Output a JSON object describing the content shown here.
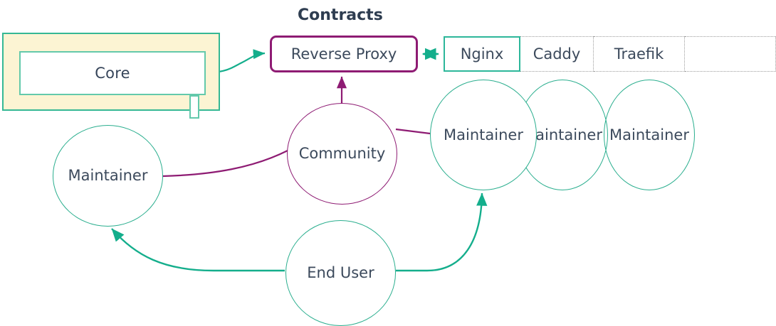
{
  "diagram": {
    "title_label": "Contracts",
    "colors": {
      "teal": "#2AAE8E",
      "purple": "#8E1B73",
      "group_fill": "#FCF4D3",
      "text": "#3C4A5C",
      "dotted_border": "#9C9C9C"
    },
    "core_group": {
      "inner_label": "Core",
      "port_label": ""
    },
    "reverse_proxy": {
      "label": "Reverse Proxy"
    },
    "options_table": {
      "cells": [
        {
          "label": "Nginx",
          "selected": true
        },
        {
          "label": "Caddy",
          "selected": false
        },
        {
          "label": "Traefik",
          "selected": false
        },
        {
          "label": "",
          "selected": false
        }
      ]
    },
    "nodes": {
      "community": "Community",
      "maintainer_left": "Maintainer",
      "maintainer_right_1": "Maintainer",
      "maintainer_right_2": "Maintainer",
      "maintainer_right_3": "Maintainer",
      "end_user": "End User"
    }
  }
}
